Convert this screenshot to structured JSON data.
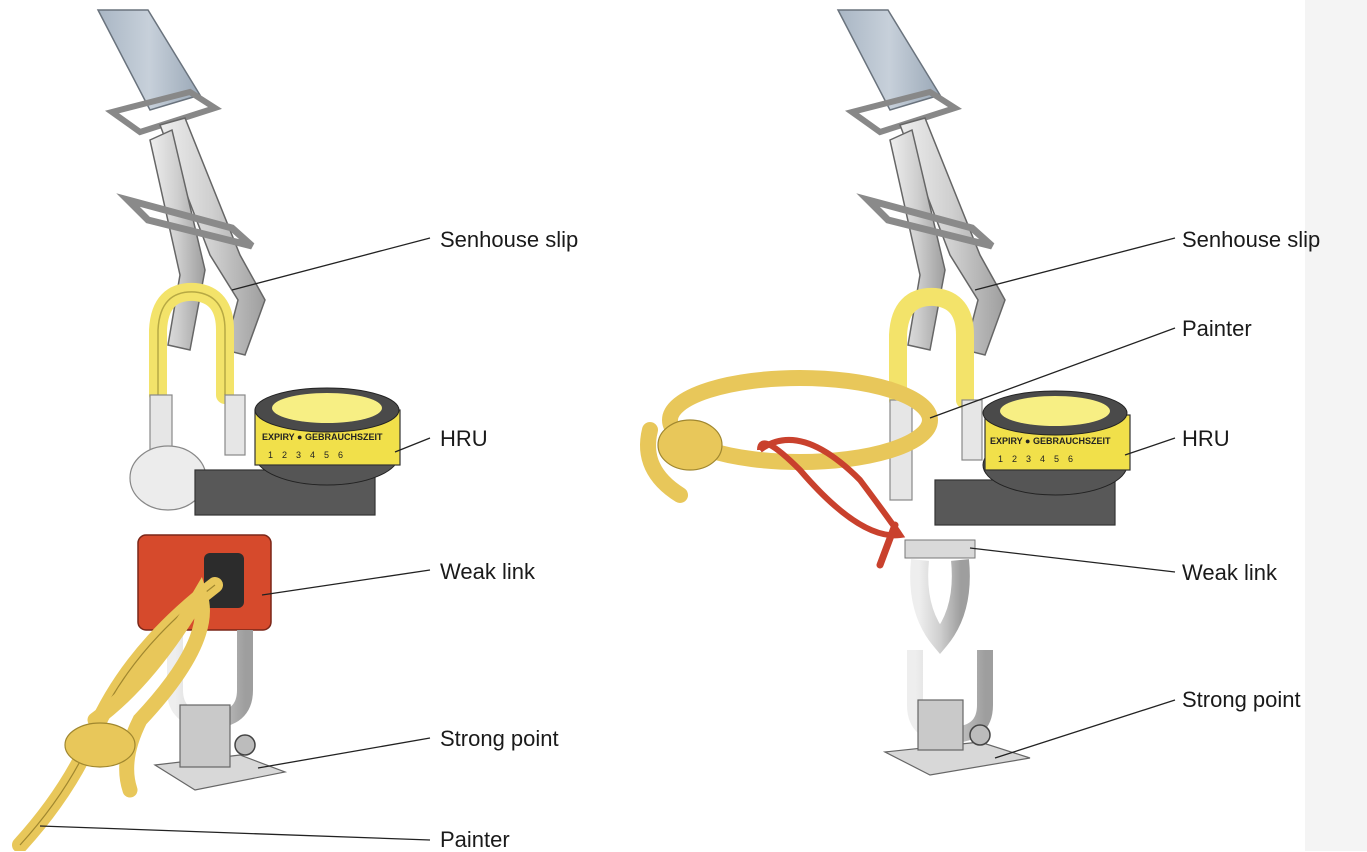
{
  "left_panel": {
    "labels": {
      "senhouse_slip": "Senhouse slip",
      "hru": "HRU",
      "weak_link": "Weak link",
      "strong_point": "Strong point",
      "painter": "Painter"
    }
  },
  "right_panel": {
    "labels": {
      "senhouse_slip": "Senhouse slip",
      "painter": "Painter",
      "hru": "HRU",
      "weak_link": "Weak link",
      "strong_point": "Strong point"
    }
  },
  "hru_dial_text": "EXPIRY ● GEBRAUCHSZEIT",
  "colors": {
    "webbing": "#b9c4d0",
    "metal": "#d9d9d9",
    "yellow": "#f3e36a",
    "painter_rope": "#e8c75a",
    "weak_link_red": "#d64a2c",
    "red_cord": "#c9412d",
    "hru_body": "#5a5a5a"
  }
}
